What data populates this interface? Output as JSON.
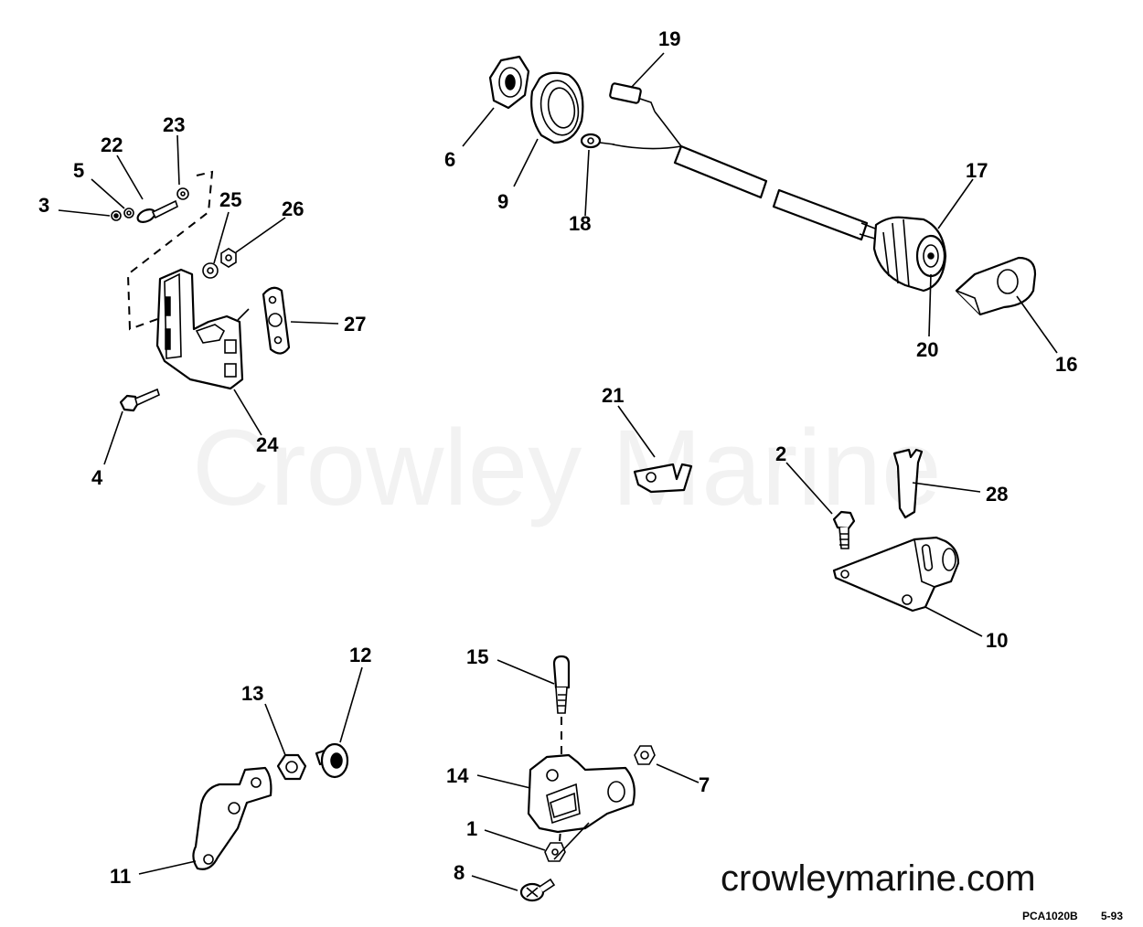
{
  "watermark": "Crowley Marine",
  "site_url": "crowleymarine.com",
  "drawing_code": "PCA1020B",
  "revision": "5-93",
  "callouts": {
    "c1": "1",
    "c2": "2",
    "c3": "3",
    "c4": "4",
    "c5": "5",
    "c6": "6",
    "c7": "7",
    "c8": "8",
    "c9": "9",
    "c10": "10",
    "c11": "11",
    "c12": "12",
    "c13": "13",
    "c14": "14",
    "c15": "15",
    "c16": "16",
    "c17": "17",
    "c18": "18",
    "c19": "19",
    "c20": "20",
    "c21": "21",
    "c22": "22",
    "c23": "23",
    "c24": "24",
    "c25": "25",
    "c26": "26",
    "c27": "27",
    "c28": "28"
  }
}
